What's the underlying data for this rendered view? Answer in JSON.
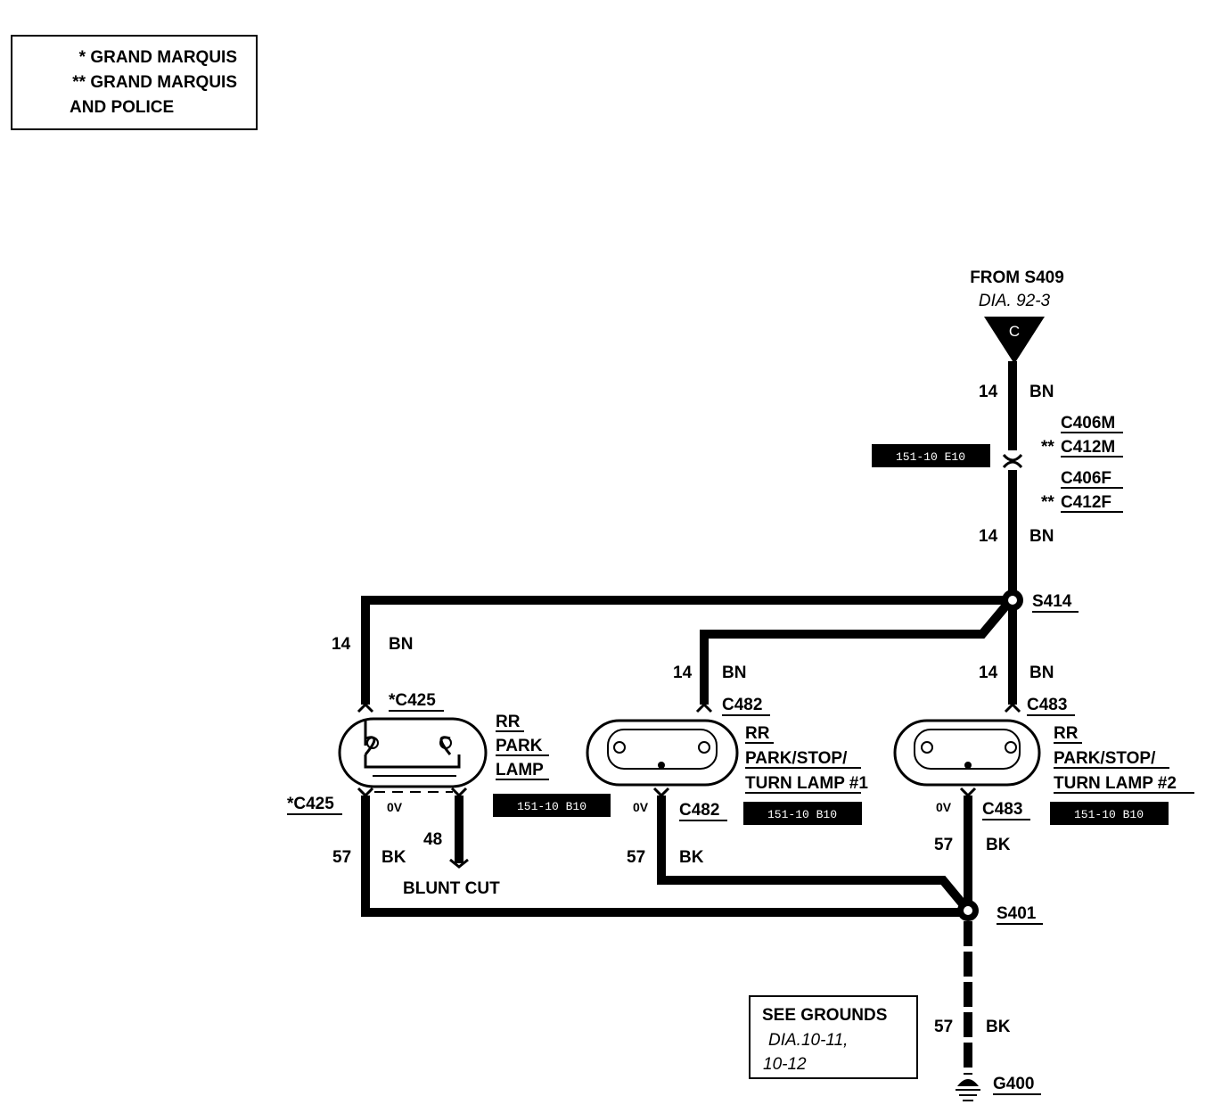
{
  "legend": {
    "line1": "* GRAND MARQUIS",
    "line2": "** GRAND MARQUIS",
    "line3": "AND POLICE"
  },
  "source": {
    "title": "FROM S409",
    "ref": "DIA. 92-3",
    "connector": "C"
  },
  "wires": {
    "top1_gauge": "14",
    "top1_color": "BN",
    "top2_gauge": "14",
    "top2_color": "BN",
    "left_gauge": "14",
    "left_color": "BN",
    "mid_gauge": "14",
    "mid_color": "BN",
    "right_gauge": "14",
    "right_color": "BN",
    "gnd_left_gauge": "57",
    "gnd_left_color": "BK",
    "gnd_mid_gauge": "57",
    "gnd_mid_color": "BK",
    "gnd_right_gauge": "57",
    "gnd_right_color": "BK",
    "gnd_main_gauge": "57",
    "gnd_main_color": "BK",
    "blunt_gauge": "48",
    "blunt_label": "BLUNT CUT"
  },
  "connectors": {
    "c406m": "C406M",
    "c412m": "C412M",
    "c406f": "C406F",
    "c412f": "C412F",
    "c412m_prefix": "**",
    "c412f_prefix": "**",
    "c425_top": "*C425",
    "c425_bottom": "*C425",
    "c482_top": "C482",
    "c482_bottom": "C482",
    "c483_top": "C483",
    "c483_bottom": "C483"
  },
  "splices": {
    "s414": "S414",
    "s401": "S401",
    "g400": "G400"
  },
  "voltages": {
    "left": "0V",
    "mid": "0V",
    "right": "0V"
  },
  "lamps": {
    "left": [
      "RR",
      "PARK",
      "LAMP"
    ],
    "mid": [
      "RR",
      "PARK/STOP/",
      "TURN LAMP #1"
    ],
    "right": [
      "RR",
      "PARK/STOP/",
      "TURN LAMP #2"
    ]
  },
  "refs": {
    "top": "151-10 E10",
    "left": "151-10 B10",
    "mid": "151-10 B10",
    "right": "151-10 B10"
  },
  "grounds_note": {
    "line1": "SEE GROUNDS",
    "line2": "DIA.10-11,",
    "line3": "10-12"
  }
}
